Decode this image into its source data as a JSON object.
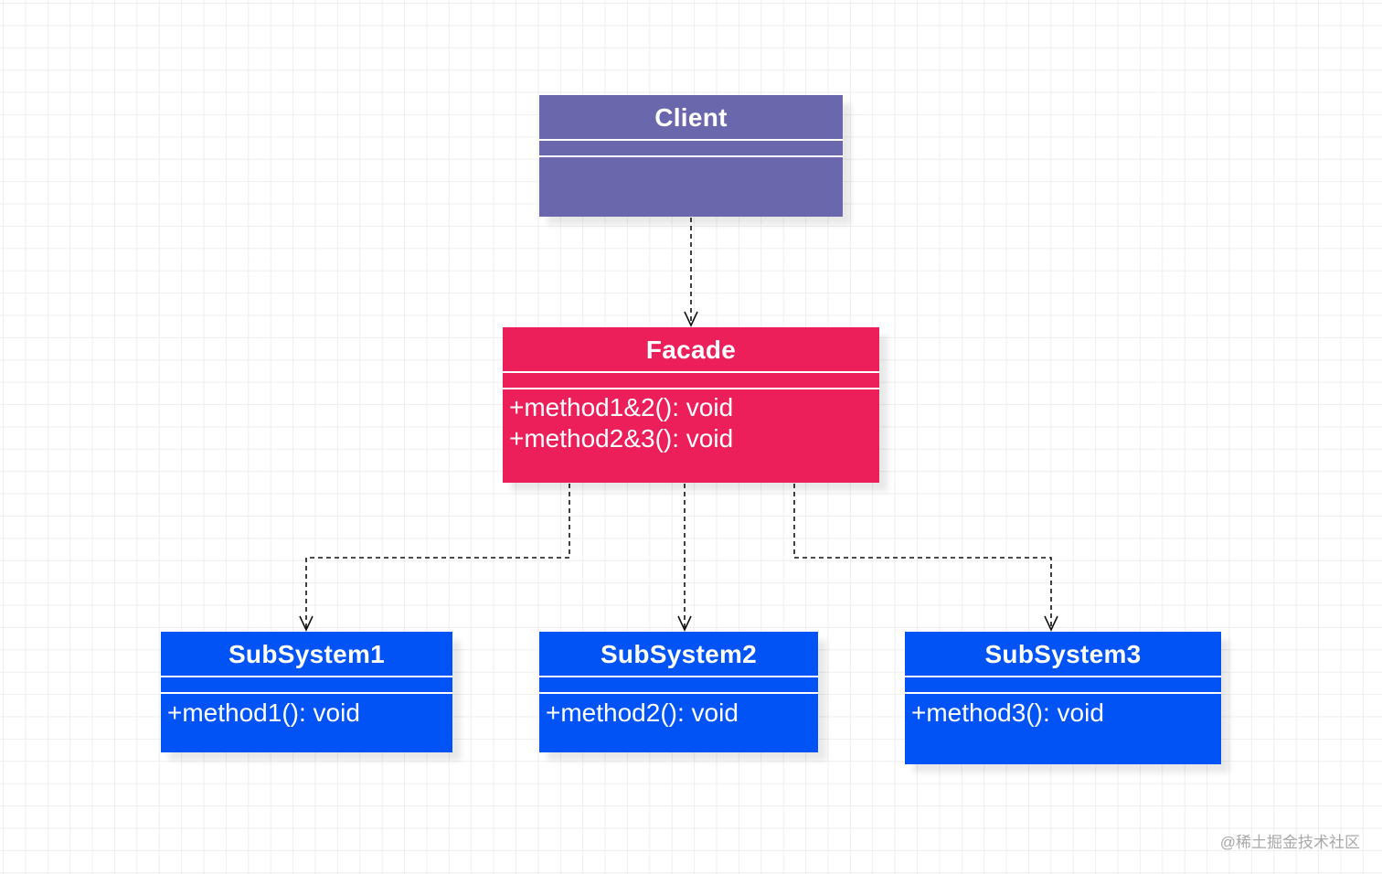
{
  "diagram": {
    "classes": [
      {
        "id": "client",
        "name": "Client",
        "methods": []
      },
      {
        "id": "facade",
        "name": "Facade",
        "methods": [
          "+method1&2(): void",
          "+method2&3(): void"
        ]
      },
      {
        "id": "sub1",
        "name": "SubSystem1",
        "methods": [
          "+method1(): void"
        ]
      },
      {
        "id": "sub2",
        "name": "SubSystem2",
        "methods": [
          "+method2(): void"
        ]
      },
      {
        "id": "sub3",
        "name": "SubSystem3",
        "methods": [
          "+method3(): void"
        ]
      }
    ],
    "relations": [
      {
        "from": "client",
        "to": "facade",
        "type": "dependency"
      },
      {
        "from": "facade",
        "to": "sub1",
        "type": "dependency"
      },
      {
        "from": "facade",
        "to": "sub2",
        "type": "dependency"
      },
      {
        "from": "facade",
        "to": "sub3",
        "type": "dependency"
      }
    ],
    "colors": {
      "client": "#6a67ad",
      "facade": "#ed1f5a",
      "subsystem": "#0153f6",
      "text": "#ffffff",
      "connector": "#111111",
      "grid": "#eeeeee"
    }
  },
  "watermark": "@稀土掘金技术社区"
}
